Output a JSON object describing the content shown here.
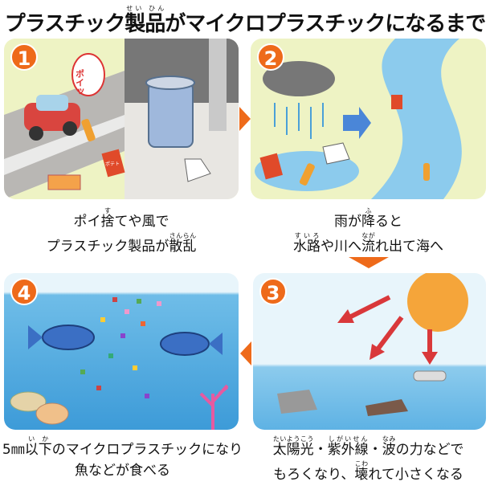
{
  "title": {
    "pre": "プラスチック",
    "kanji": "製品",
    "ruby": "せい ひん",
    "post": "がマイクロプラスチックになるまで"
  },
  "panels": [
    {
      "number": "1",
      "sfx": "ポイッ",
      "bag_label": "ポテト",
      "caption": {
        "l1a": "ポイ",
        "l1k": "捨",
        "l1r": "す",
        "l1b": "てや風で",
        "l2a": "プラスチック製品が",
        "l2k": "散乱",
        "l2r": "さんらん"
      }
    },
    {
      "number": "2",
      "caption": {
        "l1a": "雨が",
        "l1k": "降",
        "l1r": "ふ",
        "l1b": "ると",
        "l2k1": "水路",
        "l2r1": "すいろ",
        "l2a": "や川へ",
        "l2k2": "流",
        "l2r2": "なが",
        "l2b": "れ出て海へ"
      }
    },
    {
      "number": "3",
      "caption": {
        "l1k1": "太陽光",
        "l1r1": "たいようこう",
        "l1a": "・",
        "l1k2": "紫外線",
        "l1r2": "しがいせん",
        "l1b": "・",
        "l1k3": "波",
        "l1r3": "なみ",
        "l1c": "の力などで",
        "l2a": "もろくなり、",
        "l2k": "壊",
        "l2r": "こわ",
        "l2b": "れて小さくなる"
      }
    },
    {
      "number": "4",
      "caption": {
        "l1a": "5㎜",
        "l1k": "以下",
        "l1r": "いか",
        "l1b": "のマイクロプラスチックになり",
        "l2": "魚などが食べる"
      }
    }
  ],
  "colors": {
    "accent": "#ee6a1a",
    "water": "#7cc4ec",
    "sea": "#4aa6e0",
    "road": "#b9b7b4",
    "grass": "#e6efb0"
  }
}
